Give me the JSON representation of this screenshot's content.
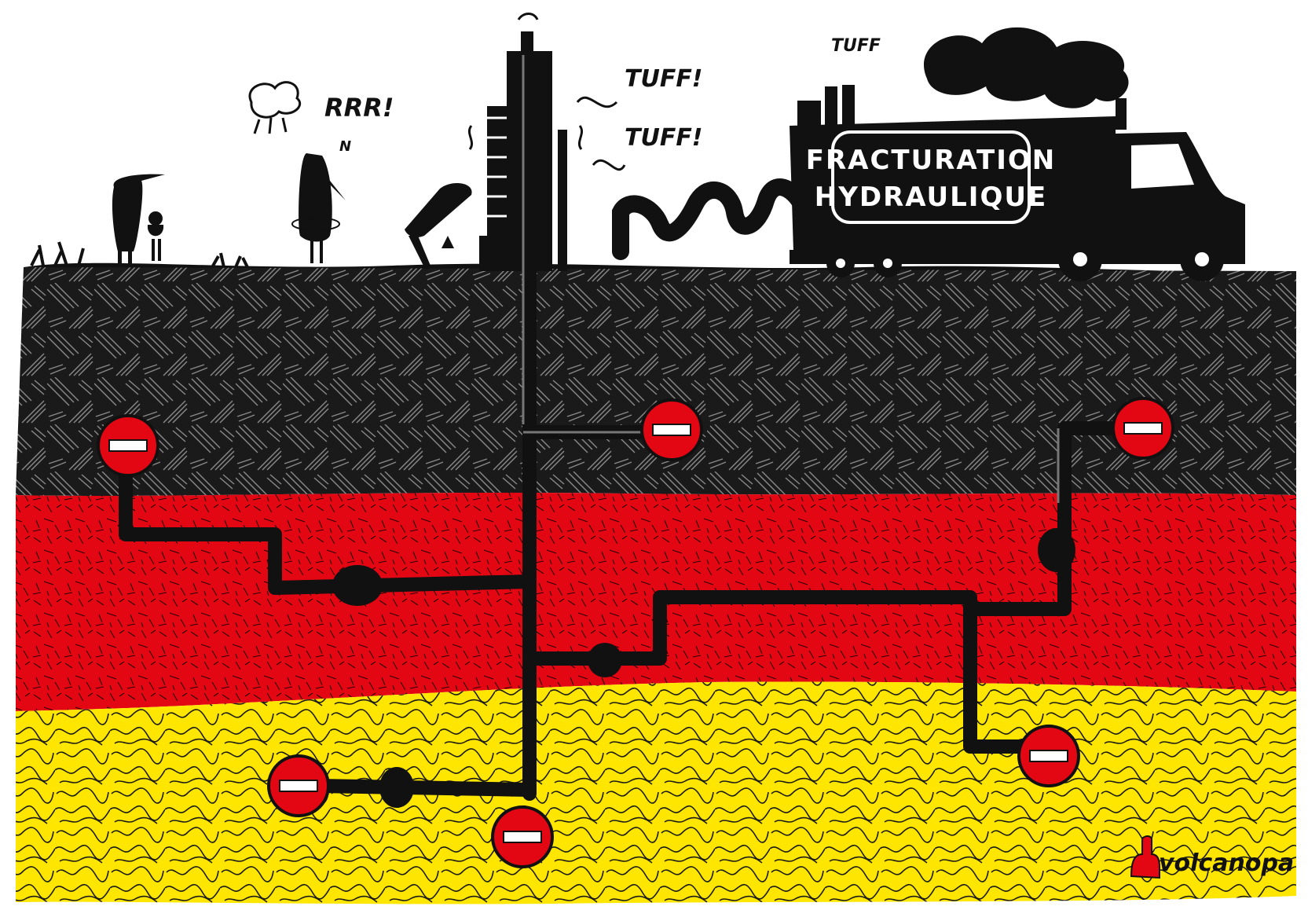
{
  "colors": {
    "black_band": "#111111",
    "red_band": "#e30613",
    "gold_band": "#ffe600",
    "sign_red": "#e30613",
    "pipe": "#111111",
    "ink": "#111111",
    "white": "#ffffff"
  },
  "truck": {
    "line1": "FRACTURATION",
    "line2": "HYDRAULIQUE"
  },
  "sounds": {
    "growl": "RRR!",
    "growl_small": "N",
    "tuff_1": "TUFF!",
    "tuff_2": "TUFF!",
    "tuff_3": "TUFF"
  },
  "signature": "volcanopa",
  "icons": {
    "no_entry": "no-entry-sign-icon",
    "pipe_node": "pipe-node-icon"
  }
}
